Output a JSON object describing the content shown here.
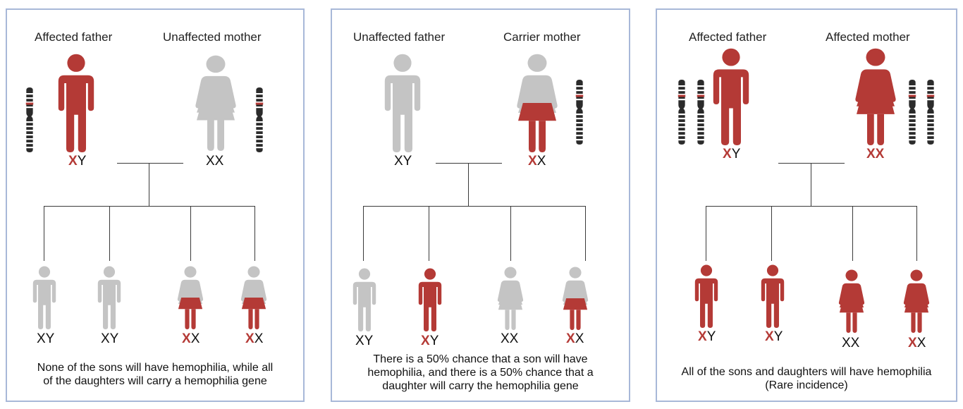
{
  "panels": [
    {
      "parent1_label": "Affected father",
      "parent2_label": "Unaffected mother",
      "parent1_genotype": {
        "mark": "X",
        "rest": "Y"
      },
      "parent2_genotype": {
        "mark": "",
        "rest": "XX"
      },
      "children": [
        {
          "mark": "",
          "rest": "XY"
        },
        {
          "mark": "",
          "rest": "XY"
        },
        {
          "mark": "X",
          "rest": "X"
        },
        {
          "mark": "X",
          "rest": "X"
        }
      ],
      "caption_line1": "None of the sons will have hemophilia, while all",
      "caption_line2": "of the daughters will carry a hemophilia gene",
      "caption_line3": ""
    },
    {
      "parent1_label": "Unaffected father",
      "parent2_label": "Carrier mother",
      "parent1_genotype": {
        "mark": "",
        "rest": "XY"
      },
      "parent2_genotype": {
        "mark": "X",
        "rest": "X"
      },
      "children": [
        {
          "mark": "",
          "rest": "XY"
        },
        {
          "mark": "X",
          "rest": "Y"
        },
        {
          "mark": "",
          "rest": "XX"
        },
        {
          "mark": "X",
          "rest": "X"
        }
      ],
      "caption_line1": "There is a 50% chance that a son will have",
      "caption_line2": "hemophilia, and there is a 50% chance that a",
      "caption_line3": "daughter will carry the hemophilia gene"
    },
    {
      "parent1_label": "Affected father",
      "parent2_label": "Affected mother",
      "parent1_genotype": {
        "mark": "X",
        "rest": "Y"
      },
      "parent2_genotype": {
        "mark": "XX",
        "rest": ""
      },
      "children": [
        {
          "mark": "X",
          "rest": "Y"
        },
        {
          "mark": "X",
          "rest": "Y"
        },
        {
          "mark": "",
          "rest": "XX"
        },
        {
          "mark": "X",
          "rest": "X"
        }
      ],
      "caption_line1": "All of the sons and daughters will have hemophilia",
      "caption_line2": "(Rare incidence)",
      "caption_line3": ""
    }
  ],
  "colors": {
    "affected": "#b43a36",
    "unaffected": "#c4c4c4",
    "border": "#a8b8d8",
    "chromosome": "#2b2b2b"
  },
  "icons": [
    "male-figure-icon",
    "female-figure-icon",
    "chromosome-icon"
  ]
}
